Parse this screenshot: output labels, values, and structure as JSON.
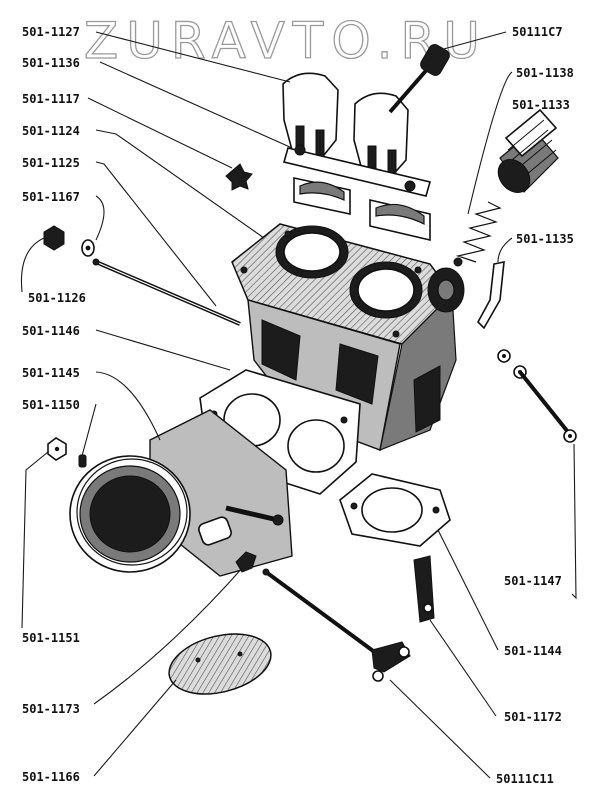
{
  "watermark": "ZURAVTO.RU",
  "labels": {
    "p1127": "501-1127",
    "p1136": "501-1136",
    "p1117": "501-1117",
    "p1124": "501-1124",
    "p1125": "501-1125",
    "p1167": "501-1167",
    "p1126": "501-1126",
    "p1146": "501-1146",
    "p1145": "501-1145",
    "p1150": "501-1150",
    "p1151": "501-1151",
    "p1173": "501-1173",
    "p1166": "501-1166",
    "p111c7": "50111C7",
    "p1138": "501-1138",
    "p1133": "501-1133",
    "p1135": "501-1135",
    "p1147": "501-1147",
    "p1144": "501-1144",
    "p1172": "501-1172",
    "p111c11": "50111C11"
  }
}
